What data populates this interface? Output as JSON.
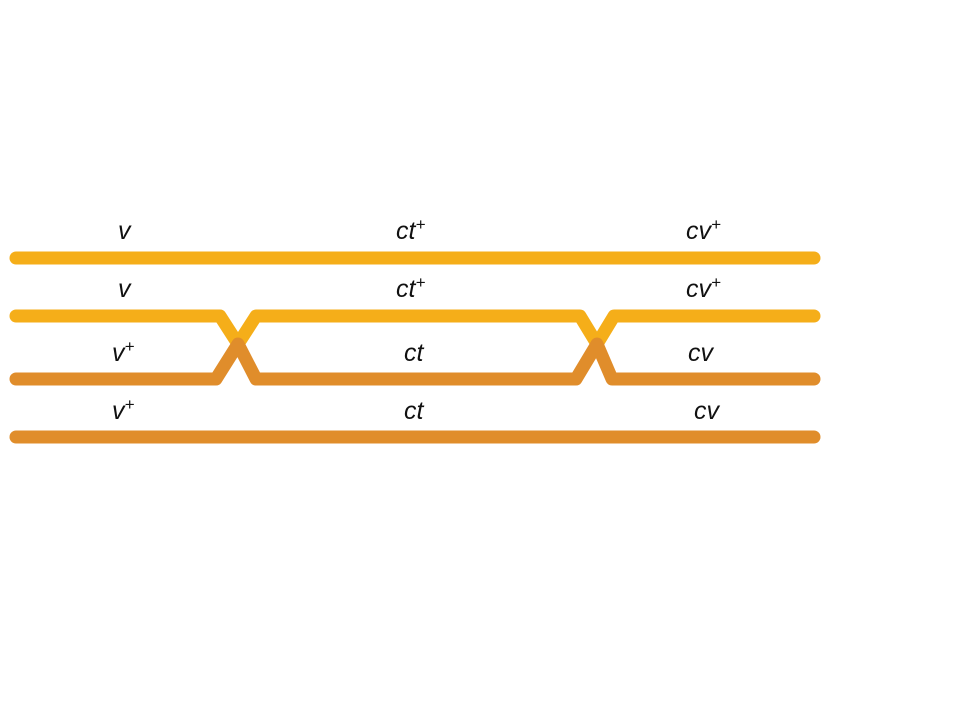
{
  "colors": {
    "chromatid_light": "#F5AE19",
    "chromatid_dark": "#E08D2B",
    "text": "#111111"
  },
  "chromatids": [
    {
      "color_key": "chromatid_light",
      "labels": [
        {
          "base": "v",
          "sup": ""
        },
        {
          "base": "ct",
          "sup": "+"
        },
        {
          "base": "cv",
          "sup": "+"
        }
      ]
    },
    {
      "color_key": "chromatid_light",
      "labels": [
        {
          "base": "v",
          "sup": ""
        },
        {
          "base": "ct",
          "sup": "+"
        },
        {
          "base": "cv",
          "sup": "+"
        }
      ]
    },
    {
      "color_key": "chromatid_dark",
      "labels": [
        {
          "base": "v",
          "sup": "+"
        },
        {
          "base": "ct",
          "sup": ""
        },
        {
          "base": "cv",
          "sup": ""
        }
      ]
    },
    {
      "color_key": "chromatid_dark",
      "labels": [
        {
          "base": "v",
          "sup": "+"
        },
        {
          "base": "ct",
          "sup": ""
        },
        {
          "base": "cv",
          "sup": ""
        }
      ]
    }
  ]
}
